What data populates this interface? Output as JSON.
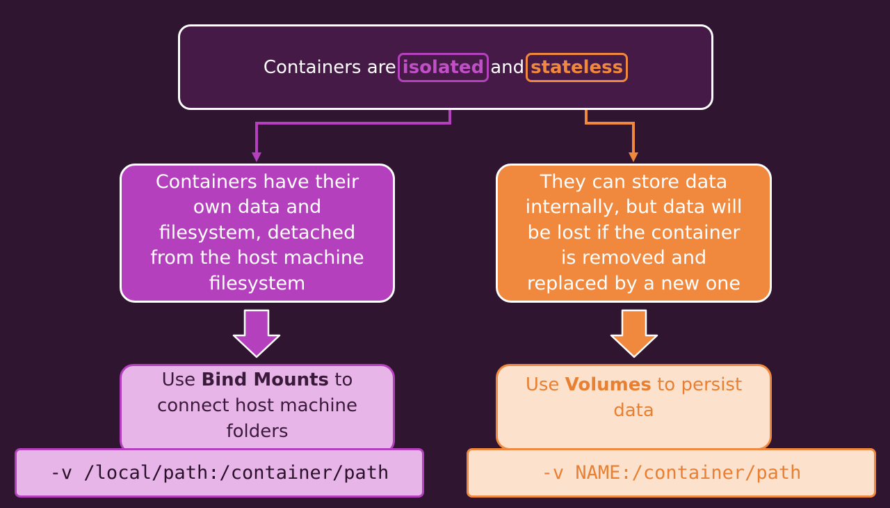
{
  "colors": {
    "background": "#2f1530",
    "purple": "#b540bd",
    "orange": "#f0883e",
    "light_purple": "#e8b5e8",
    "light_orange": "#fce2cd"
  },
  "top": {
    "prefix": "Containers are",
    "isolated": "isolated",
    "middle": "and",
    "stateless": "stateless"
  },
  "left": {
    "description": "Containers have their own data and filesystem, detached from the host machine filesystem",
    "solution_prefix": "Use ",
    "solution_bold": "Bind Mounts",
    "solution_suffix": " to connect host machine folders",
    "command": "-v /local/path:/container/path"
  },
  "right": {
    "description": "They can store data internally, but data will be lost if the container is removed and replaced by a new one",
    "solution_prefix": "Use ",
    "solution_bold": "Volumes",
    "solution_suffix": " to persist data",
    "command": "-v NAME:/container/path"
  }
}
